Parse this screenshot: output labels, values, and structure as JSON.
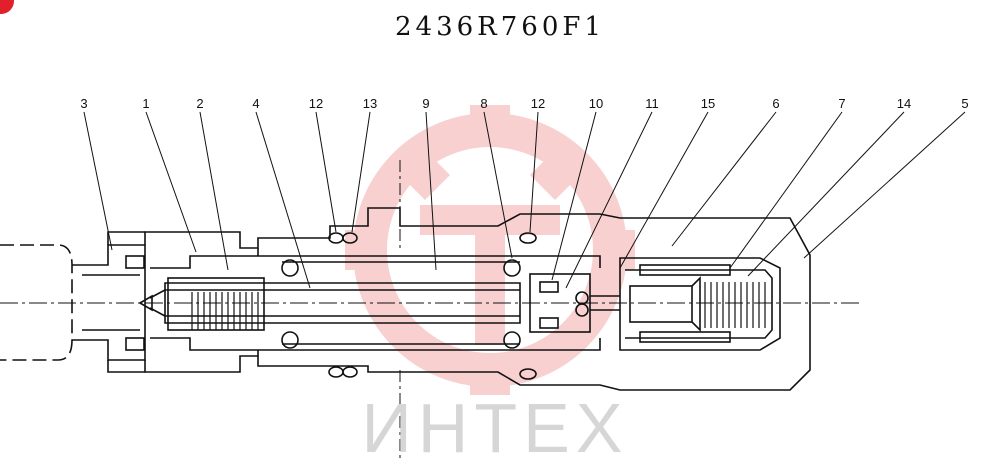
{
  "drawing": {
    "title": "2436R760F1",
    "part_labels": [
      {
        "id": "3",
        "text": "3"
      },
      {
        "id": "1",
        "text": "1"
      },
      {
        "id": "2",
        "text": "2"
      },
      {
        "id": "4",
        "text": "4"
      },
      {
        "id": "12a",
        "text": "12"
      },
      {
        "id": "13",
        "text": "13"
      },
      {
        "id": "9",
        "text": "9"
      },
      {
        "id": "8",
        "text": "8"
      },
      {
        "id": "12b",
        "text": "12"
      },
      {
        "id": "10",
        "text": "10"
      },
      {
        "id": "11",
        "text": "11"
      },
      {
        "id": "15",
        "text": "15"
      },
      {
        "id": "6",
        "text": "6"
      },
      {
        "id": "7",
        "text": "7"
      },
      {
        "id": "14",
        "text": "14"
      },
      {
        "id": "5",
        "text": "5"
      }
    ]
  },
  "watermark": {
    "text": "ИНТЕХ",
    "color": "#f2a0a0"
  },
  "colors": {
    "line": "#111111",
    "badge": "#e0202a"
  }
}
